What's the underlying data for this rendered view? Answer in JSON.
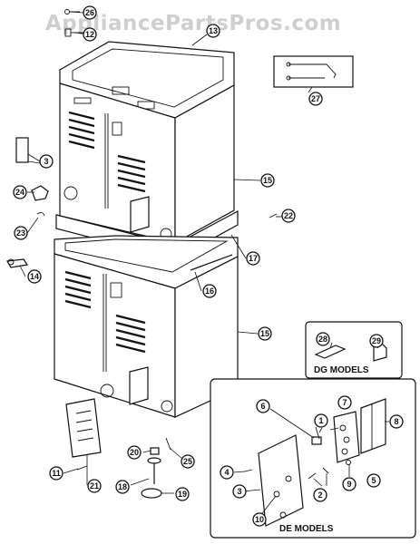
{
  "watermark": "AppliancePartsPros.com",
  "box_labels": {
    "dg_models": "DG MODELS",
    "de_models": "DE MODELS"
  },
  "callouts": [
    {
      "id": "c1",
      "text": "1"
    },
    {
      "id": "c2",
      "text": "2"
    },
    {
      "id": "c3a",
      "text": "3"
    },
    {
      "id": "c3b",
      "text": "3"
    },
    {
      "id": "c4",
      "text": "4"
    },
    {
      "id": "c5",
      "text": "5"
    },
    {
      "id": "c6",
      "text": "6"
    },
    {
      "id": "c7",
      "text": "7"
    },
    {
      "id": "c8",
      "text": "8"
    },
    {
      "id": "c9",
      "text": "9"
    },
    {
      "id": "c10",
      "text": "10"
    },
    {
      "id": "c11",
      "text": "11"
    },
    {
      "id": "c12",
      "text": "12"
    },
    {
      "id": "c13",
      "text": "13"
    },
    {
      "id": "c14",
      "text": "14"
    },
    {
      "id": "c15a",
      "text": "15"
    },
    {
      "id": "c15b",
      "text": "15"
    },
    {
      "id": "c16",
      "text": "16"
    },
    {
      "id": "c17",
      "text": "17"
    },
    {
      "id": "c18",
      "text": "18"
    },
    {
      "id": "c19",
      "text": "19"
    },
    {
      "id": "c20",
      "text": "20"
    },
    {
      "id": "c21",
      "text": "21"
    },
    {
      "id": "c22",
      "text": "22"
    },
    {
      "id": "c23",
      "text": "23"
    },
    {
      "id": "c24",
      "text": "24"
    },
    {
      "id": "c25",
      "text": "25"
    },
    {
      "id": "c26",
      "text": "26"
    },
    {
      "id": "c27",
      "text": "27"
    },
    {
      "id": "c28",
      "text": "28"
    },
    {
      "id": "c29",
      "text": "29"
    }
  ]
}
